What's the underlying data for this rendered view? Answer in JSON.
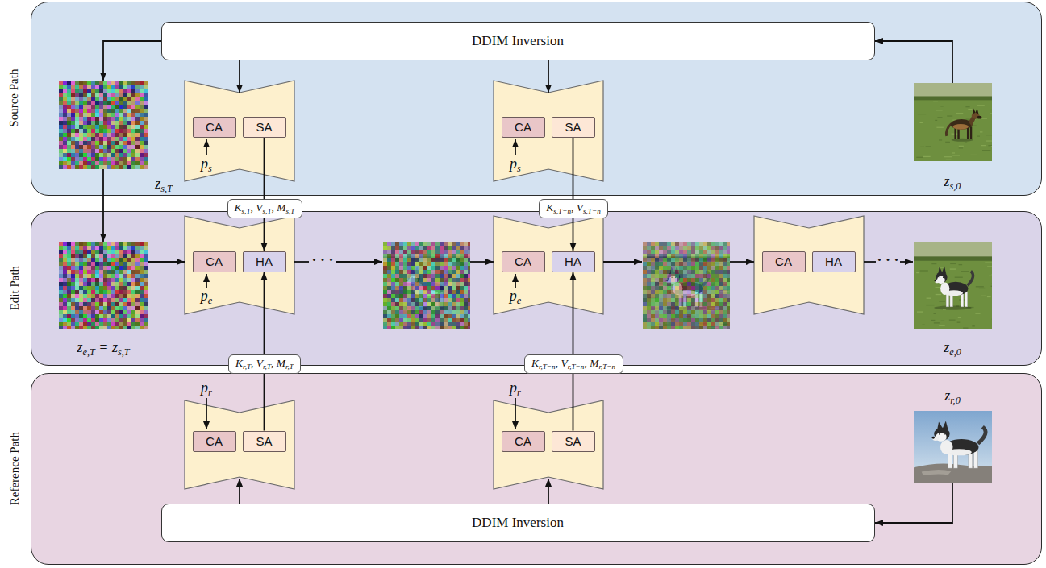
{
  "diagram": {
    "nodes": [
      {
        "text": [
          "Source Path"
        ]
      },
      {
        "text": [
          "DDIM Inversion"
        ],
        "in": 0
      },
      {
        "text": [
          "CA"
        ],
        "in": 0
      },
      {
        "text": [
          "SA"
        ],
        "in": 0
      },
      {
        "text": [
          "CA"
        ],
        "in": 0
      },
      {
        "text": [
          "SA"
        ],
        "in": 0
      },
      {
        "text": [
          "Ks,T, Vs,T, Ms,T"
        ]
      },
      {
        "text": [
          "Ks,T−n, Vs,T−n"
        ]
      },
      {
        "text": [
          "Edit Path"
        ]
      },
      {
        "text": [
          "CA"
        ],
        "in": 8
      },
      {
        "text": [
          "HA"
        ],
        "in": 8
      },
      {
        "text": [
          "CA"
        ],
        "in": 8
      },
      {
        "text": [
          "HA"
        ],
        "in": 8
      },
      {
        "text": [
          "CA"
        ],
        "in": 8
      },
      {
        "text": [
          "HA"
        ],
        "in": 8
      },
      {
        "text": [
          "Kr,T, Vr,T, Mr,T"
        ]
      },
      {
        "text": [
          "Kr,T−n, Vr,T−n, Mr,T−n"
        ]
      },
      {
        "text": [
          "Reference Path"
        ]
      },
      {
        "text": [
          "CA"
        ],
        "in": 17
      },
      {
        "text": [
          "SA"
        ],
        "in": 17
      },
      {
        "text": [
          "CA"
        ],
        "in": 17
      },
      {
        "text": [
          "SA"
        ],
        "in": 17
      },
      {
        "text": [
          "DDIM Inversion"
        ],
        "in": 17
      }
    ],
    "edges": [
      {
        "from": 3,
        "to": 6,
        "arrow": "none"
      },
      {
        "from": 6,
        "to": 10,
        "arrow": "to"
      },
      {
        "from": 5,
        "to": 7,
        "arrow": "none"
      },
      {
        "from": 7,
        "to": 12,
        "arrow": "to"
      },
      {
        "from": 19,
        "to": 15,
        "arrow": "none"
      },
      {
        "from": 15,
        "to": 10,
        "arrow": "to"
      },
      {
        "from": 21,
        "to": 16,
        "arrow": "none"
      },
      {
        "from": 16,
        "to": 12,
        "arrow": "to"
      }
    ],
    "labels": [
      "zs,T",
      "ps",
      "ps",
      "zs,0",
      "ze,T = zs,T",
      "pe",
      "· · ·",
      "pe",
      "· · ·",
      "ze,0",
      "pr",
      "pr",
      "zr,0"
    ]
  }
}
